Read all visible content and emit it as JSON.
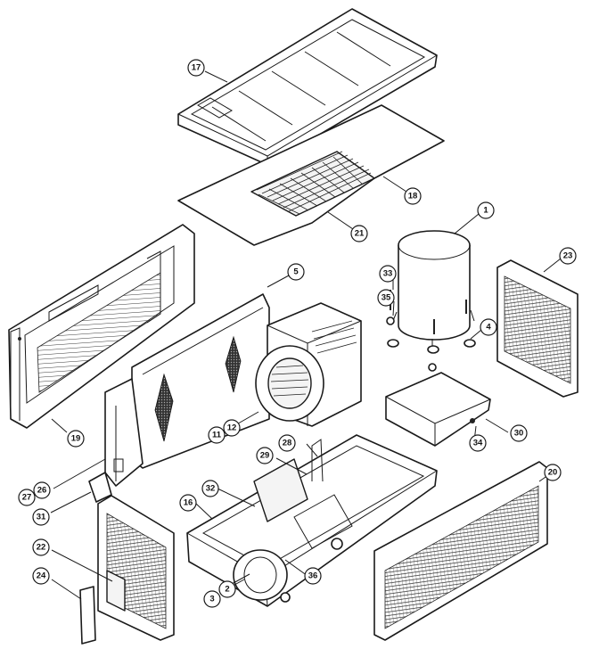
{
  "callouts": [
    {
      "id": "17",
      "label": "17"
    },
    {
      "id": "18",
      "label": "18"
    },
    {
      "id": "21",
      "label": "21"
    },
    {
      "id": "1",
      "label": "1"
    },
    {
      "id": "33",
      "label": "33"
    },
    {
      "id": "35",
      "label": "35"
    },
    {
      "id": "4",
      "label": "4"
    },
    {
      "id": "23",
      "label": "23"
    },
    {
      "id": "5",
      "label": "5"
    },
    {
      "id": "19",
      "label": "19"
    },
    {
      "id": "11",
      "label": "11"
    },
    {
      "id": "12",
      "label": "12"
    },
    {
      "id": "30",
      "label": "30"
    },
    {
      "id": "34",
      "label": "34"
    },
    {
      "id": "27",
      "label": "27"
    },
    {
      "id": "26",
      "label": "26"
    },
    {
      "id": "28",
      "label": "28"
    },
    {
      "id": "29",
      "label": "29"
    },
    {
      "id": "31",
      "label": "31"
    },
    {
      "id": "16",
      "label": "16"
    },
    {
      "id": "32",
      "label": "32"
    },
    {
      "id": "20",
      "label": "20"
    },
    {
      "id": "22",
      "label": "22"
    },
    {
      "id": "24",
      "label": "24"
    },
    {
      "id": "3",
      "label": "3"
    },
    {
      "id": "2",
      "label": "2"
    },
    {
      "id": "36",
      "label": "36"
    }
  ]
}
